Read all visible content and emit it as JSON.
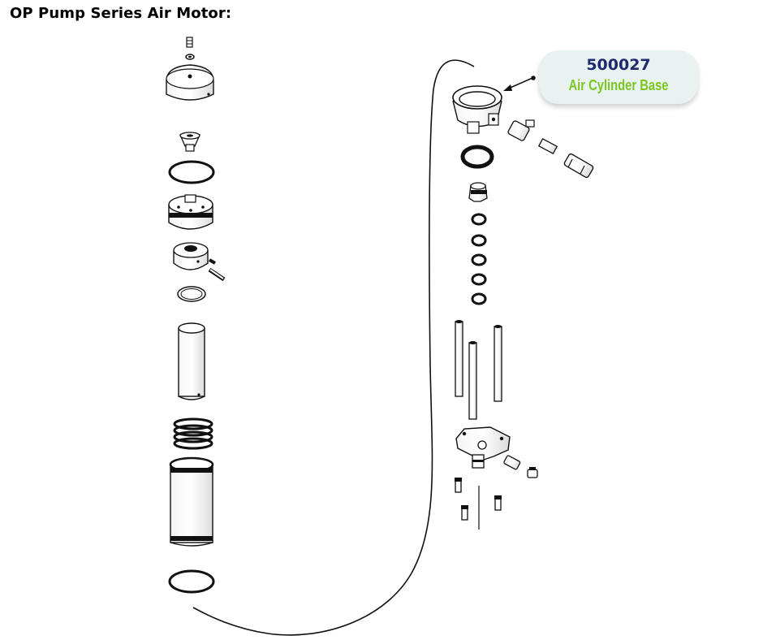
{
  "page": {
    "title": "OP Pump Series Air Motor:"
  },
  "callout": {
    "part_number": "500027",
    "part_name": "Air Cylinder Base",
    "accent_number_color": "#1f2a6e",
    "accent_name_color": "#7cc61f",
    "background_color": "#e8f3f1"
  },
  "diagram": {
    "left_stack_parts": [
      "screw",
      "washer",
      "cylinder-cap",
      "valve-fitting",
      "o-ring",
      "piston",
      "piston-adapter",
      "pin",
      "gasket",
      "sleeve",
      "spring",
      "air-cylinder",
      "o-ring-bottom"
    ],
    "right_stack_parts": [
      "air-cylinder-base",
      "elbow-fitting",
      "nipple",
      "muffler",
      "o-ring",
      "nut",
      "seal-1",
      "seal-2",
      "seal-3",
      "seal-4",
      "seal-5",
      "tie-rod-1",
      "tie-rod-2",
      "tie-rod-3",
      "base-manifold",
      "fitting",
      "plug",
      "bolt-1",
      "bolt-2",
      "bolt-3"
    ]
  }
}
